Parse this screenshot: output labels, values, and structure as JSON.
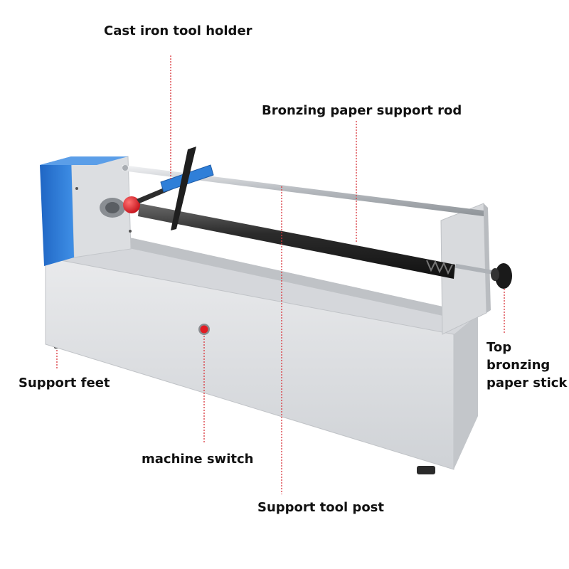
{
  "labels": {
    "tool_holder": "Cast iron tool holder",
    "support_rod": "Bronzing paper support rod",
    "support_feet": "Support feet",
    "machine_switch": "machine switch",
    "tool_post": "Support tool post",
    "paper_stick": [
      "Top",
      "bronzing",
      "paper stick"
    ]
  },
  "colors": {
    "body_metal": "#d9dbde",
    "motor_box": "#2f7fd8",
    "roller": "#2b2b2b",
    "rod": "#bfc3c8",
    "knob_red": "#e21b22",
    "leader_line": "#d9343a"
  }
}
